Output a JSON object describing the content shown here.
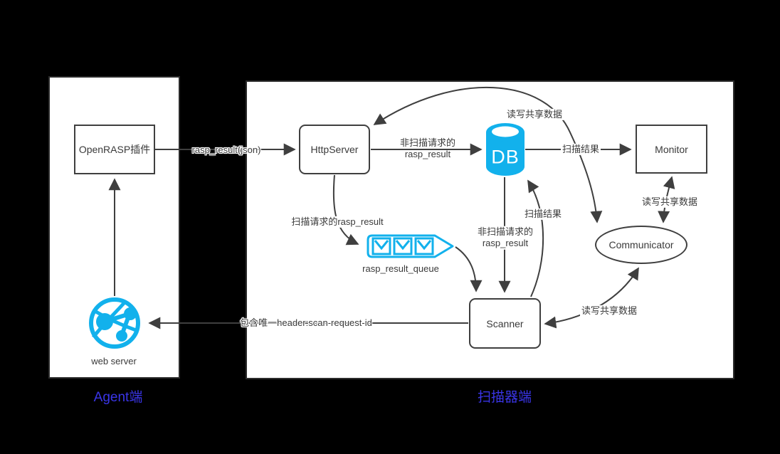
{
  "canvas": {
    "background": "#000000"
  },
  "colors": {
    "accent_cyan": "#12b1ec",
    "caption_blue": "#3a35e8",
    "line_stroke": "#3f3f3f",
    "panel_bg": "#ffffff"
  },
  "panels": {
    "agent": {
      "caption": "Agent端"
    },
    "scanner": {
      "caption": "扫描器端"
    }
  },
  "nodes": {
    "openrasp": {
      "label": "OpenRASP插件"
    },
    "webserver": {
      "label": "web server",
      "icon": "globe-network-icon"
    },
    "httpserver": {
      "label": "HttpServer"
    },
    "db": {
      "label": "DB",
      "icon": "database-cylinder-icon"
    },
    "monitor": {
      "label": "Monitor"
    },
    "communicator": {
      "label": "Communicator"
    },
    "scanner": {
      "label": "Scanner"
    },
    "queue": {
      "label": "rasp_result_queue",
      "icon": "message-queue-icon"
    }
  },
  "edges": {
    "rasp_result_json": {
      "label": "rasp_result(json)",
      "from": "openrasp",
      "to": "httpserver"
    },
    "scan_request_header": {
      "label": "包含唯一header:scan-request-id",
      "from": "scanner",
      "to": "webserver"
    },
    "webserver_to_openrasp": {
      "label": "",
      "from": "webserver",
      "to": "openrasp"
    },
    "non_scan_http_db": {
      "label": "非扫描请求的\nrasp_result",
      "from": "httpserver",
      "to": "db"
    },
    "scan_result_db_monitor": {
      "label": "扫描结果",
      "from": "db",
      "to": "monitor"
    },
    "scan_request_to_queue": {
      "label": "扫描请求的rasp_result",
      "from": "httpserver",
      "to": "queue"
    },
    "queue_to_scanner": {
      "label": "",
      "from": "queue",
      "to": "scanner"
    },
    "non_scan_db_scanner": {
      "label": "非扫描请求的\nrasp_result",
      "from": "db",
      "to": "scanner"
    },
    "scan_result_scanner_db": {
      "label": "扫描结果",
      "from": "scanner",
      "to": "db"
    },
    "shared_http_communicator": {
      "label": "读写共享数据",
      "from": "communicator",
      "to": "httpserver"
    },
    "shared_monitor_communicator": {
      "label": "读写共享数据",
      "from": "monitor",
      "to": "communicator"
    },
    "shared_scanner_communicator": {
      "label": "读写共享数据",
      "from": "scanner",
      "to": "communicator"
    }
  }
}
